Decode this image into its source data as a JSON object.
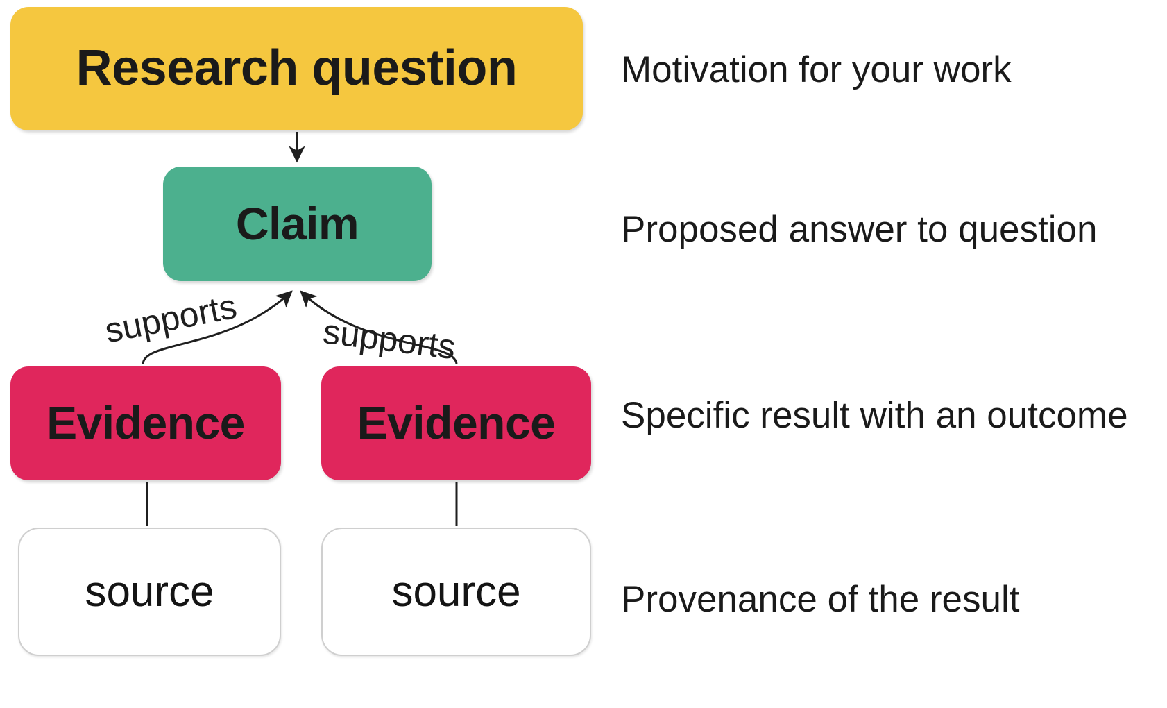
{
  "diagram": {
    "title_none": "",
    "nodes": {
      "research_question": {
        "label": "Research question",
        "color": "#F5C73F"
      },
      "claim": {
        "label": "Claim",
        "color": "#4CB08E"
      },
      "evidence_1": {
        "label": "Evidence",
        "color": "#E0265C"
      },
      "evidence_2": {
        "label": "Evidence",
        "color": "#E0265C"
      },
      "source_1": {
        "label": "source",
        "color": "#FFFFFF"
      },
      "source_2": {
        "label": "source",
        "color": "#FFFFFF"
      }
    },
    "edge_labels": {
      "supports_left": "supports",
      "supports_right": "supports"
    },
    "descriptions": [
      {
        "for": "research_question",
        "text": "Motivation for your work"
      },
      {
        "for": "claim",
        "text": "Proposed answer to question"
      },
      {
        "for": "evidence",
        "text": "Specific result with an outcome"
      },
      {
        "for": "source",
        "text": "Provenance of the result"
      }
    ],
    "colors": {
      "background": "#FFFFFF",
      "edge_stroke": "#1f1f1f",
      "node_border_neutral": "#CFCFCF",
      "text": "#1A1A1A"
    }
  }
}
